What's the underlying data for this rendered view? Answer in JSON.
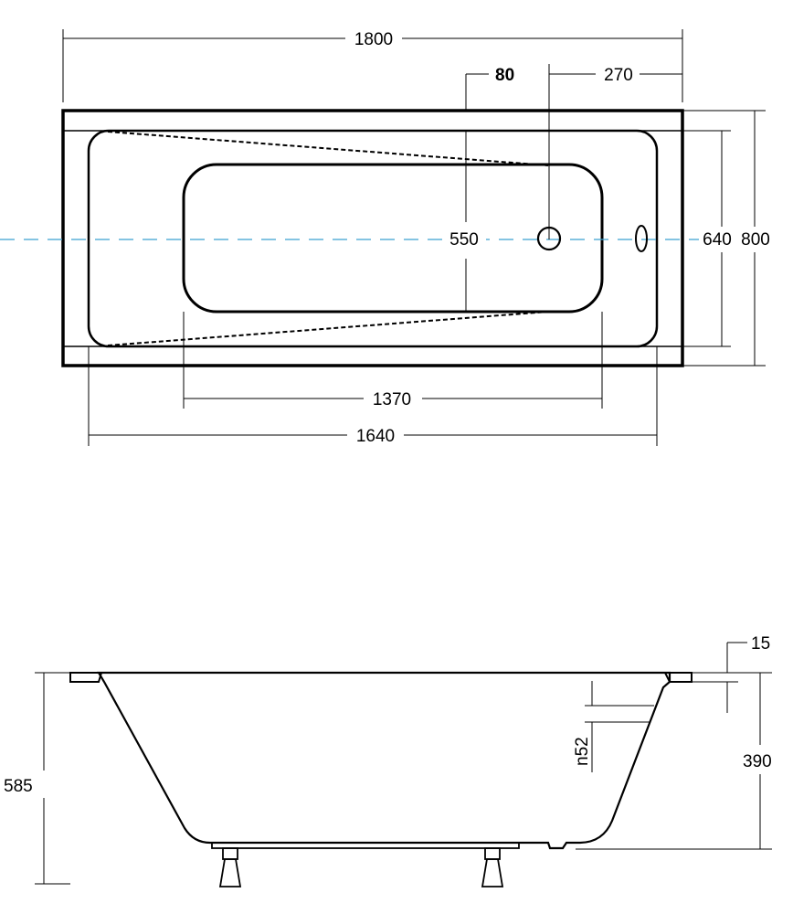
{
  "top_view": {
    "overall_length": "1800",
    "rim_offset": "80",
    "drain_offset": "270",
    "overall_width": "800",
    "inner_width": "640",
    "bottom_width": "550",
    "bottom_length": "1370",
    "inner_length": "1640"
  },
  "side_view": {
    "rim_thickness": "15",
    "overflow_label": "n52",
    "inner_depth": "390",
    "total_height": "585"
  },
  "colors": {
    "outline": "#000000",
    "centerline": "#3aa0d0",
    "background": "#ffffff"
  }
}
